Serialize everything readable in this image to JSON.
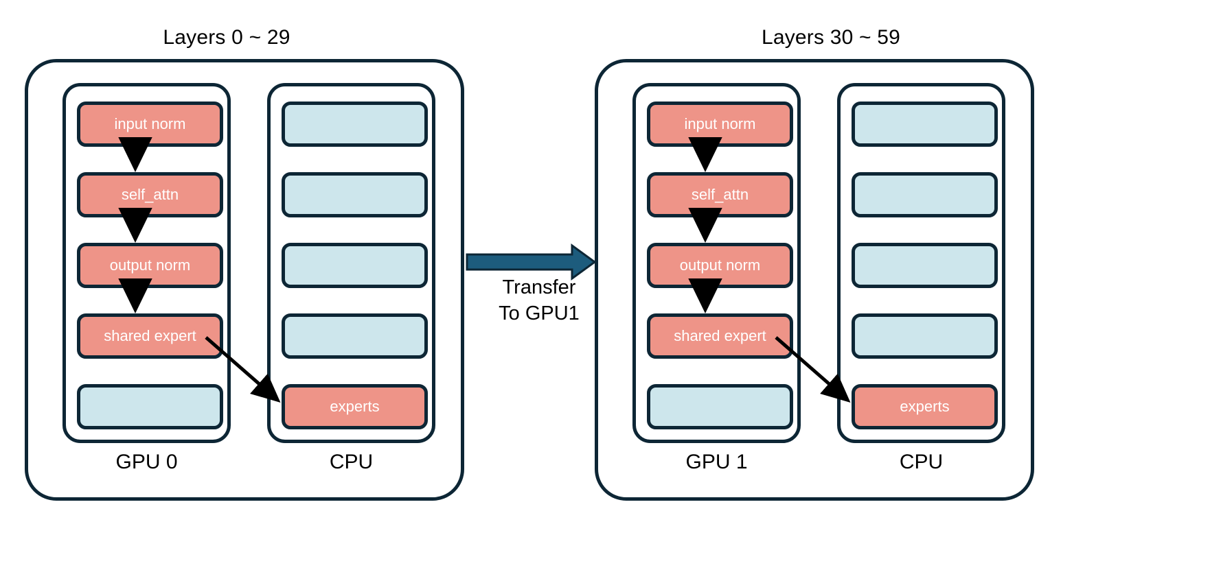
{
  "diagram": {
    "title_left": "Layers 0 ~ 29",
    "title_right": "Layers 30 ~ 59",
    "transfer_label": "Transfer\nTo GPU1",
    "colors": {
      "pink": "#ee9488",
      "blue": "#cde6ec",
      "outline": "#0d2635",
      "arrow_transfer": "#1d5c7d",
      "arrow_flow": "#000000",
      "background": "#ffffff"
    },
    "panels": [
      {
        "id": "panel-left",
        "title": "Layers 0 ~ 29",
        "gpu": {
          "label": "GPU 0",
          "blocks": [
            {
              "text": "input norm",
              "color": "pink"
            },
            {
              "text": "self_attn",
              "color": "pink"
            },
            {
              "text": "output norm",
              "color": "pink"
            },
            {
              "text": "shared expert",
              "color": "pink"
            },
            {
              "text": "",
              "color": "blue"
            }
          ]
        },
        "cpu": {
          "label": "CPU",
          "blocks": [
            {
              "text": "",
              "color": "blue"
            },
            {
              "text": "",
              "color": "blue"
            },
            {
              "text": "",
              "color": "blue"
            },
            {
              "text": "",
              "color": "blue"
            },
            {
              "text": "experts",
              "color": "pink"
            }
          ]
        }
      },
      {
        "id": "panel-right",
        "title": "Layers 30 ~ 59",
        "gpu": {
          "label": "GPU 1",
          "blocks": [
            {
              "text": "input norm",
              "color": "pink"
            },
            {
              "text": "self_attn",
              "color": "pink"
            },
            {
              "text": "output norm",
              "color": "pink"
            },
            {
              "text": "shared expert",
              "color": "pink"
            },
            {
              "text": "",
              "color": "blue"
            }
          ]
        },
        "cpu": {
          "label": "CPU",
          "blocks": [
            {
              "text": "",
              "color": "blue"
            },
            {
              "text": "",
              "color": "blue"
            },
            {
              "text": "",
              "color": "blue"
            },
            {
              "text": "",
              "color": "blue"
            },
            {
              "text": "experts",
              "color": "pink"
            }
          ]
        }
      }
    ]
  }
}
